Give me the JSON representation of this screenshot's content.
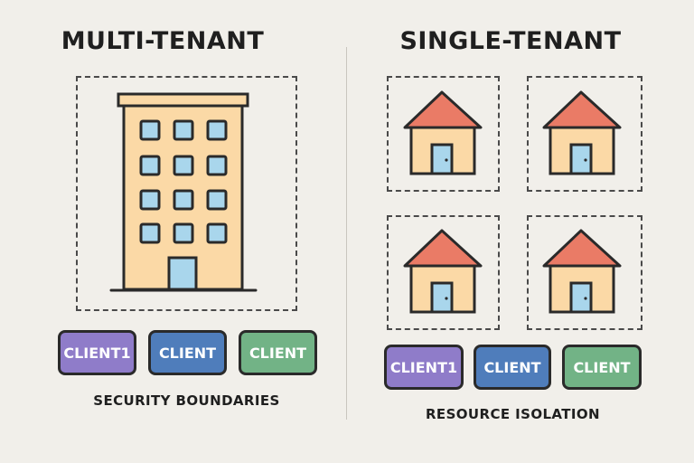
{
  "left": {
    "title": "MULTI-TENANT",
    "clients": [
      {
        "label": "CLIENT1",
        "color": "#8f7cc9"
      },
      {
        "label": "CLIENT",
        "color": "#4f7dbb"
      },
      {
        "label": "CLIENT",
        "color": "#72b386"
      }
    ],
    "caption": "SECURITY BOUNDARIES"
  },
  "right": {
    "title": "SINGLE-TENANT",
    "clients": [
      {
        "label": "CLIENT1",
        "color": "#8f7cc9"
      },
      {
        "label": "CLIENT",
        "color": "#4f7dbb"
      },
      {
        "label": "CLIENT",
        "color": "#72b386"
      }
    ],
    "caption": "RESOURCE ISOLATION"
  },
  "icons": {
    "building": "apartment-building-icon",
    "house": "house-icon"
  },
  "colors": {
    "building_fill": "#fbd9a6",
    "window_fill": "#a9d6ec",
    "roof_fill": "#ea7b66",
    "outline": "#2a2a2a",
    "background": "#f1efea"
  }
}
